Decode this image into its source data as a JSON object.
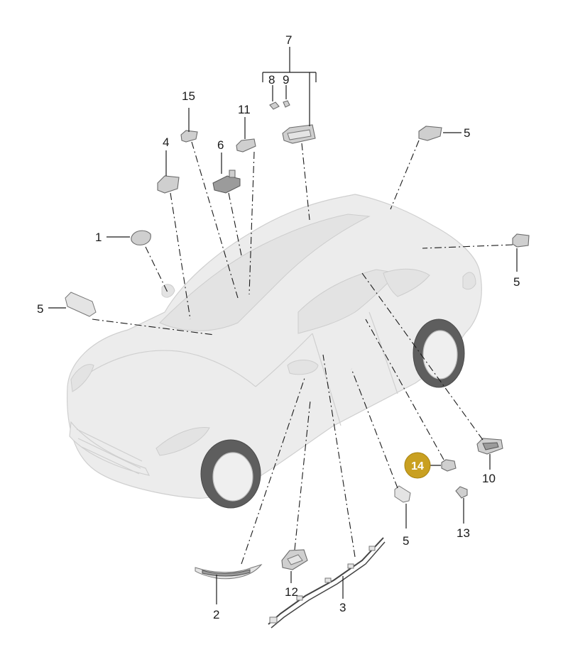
{
  "callouts": {
    "c1": "1",
    "c2": "2",
    "c3": "3",
    "c4": "4",
    "c5a": "5",
    "c5b": "5",
    "c5c": "5",
    "c5d": "5",
    "c6": "6",
    "c7": "7",
    "c8": "8",
    "c9": "9",
    "c10": "10",
    "c11": "11",
    "c12": "12",
    "c13": "13",
    "c14": "14",
    "c15": "15"
  },
  "highlight": {
    "callout": "14",
    "color": "#c9a021"
  }
}
